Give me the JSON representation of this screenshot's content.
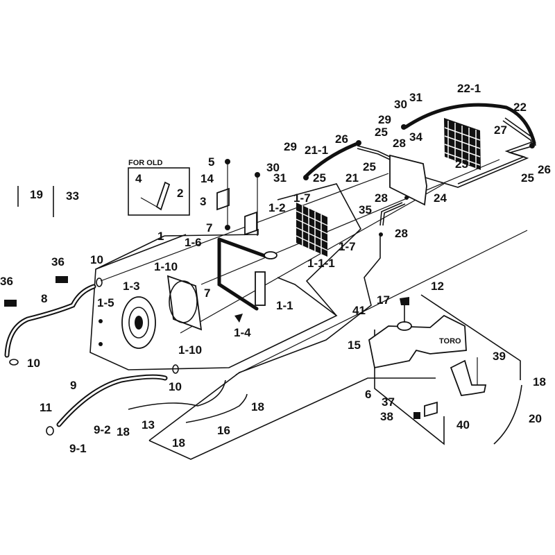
{
  "diagram": {
    "inset_title": "FOR OLD",
    "labels": [
      {
        "id": "l-22-1",
        "text": "22-1"
      },
      {
        "id": "l-22",
        "text": "22"
      },
      {
        "id": "l-30a",
        "text": "30"
      },
      {
        "id": "l-31a",
        "text": "31"
      },
      {
        "id": "l-29a",
        "text": "29"
      },
      {
        "id": "l-25a",
        "text": "25"
      },
      {
        "id": "l-34",
        "text": "34"
      },
      {
        "id": "l-27",
        "text": "27"
      },
      {
        "id": "l-26a",
        "text": "26"
      },
      {
        "id": "l-28a",
        "text": "28"
      },
      {
        "id": "l-29b",
        "text": "29"
      },
      {
        "id": "l-21-1",
        "text": "21-1"
      },
      {
        "id": "l-25b",
        "text": "25"
      },
      {
        "id": "l-30b",
        "text": "30"
      },
      {
        "id": "l-31b",
        "text": "31"
      },
      {
        "id": "l-25c",
        "text": "25"
      },
      {
        "id": "l-21",
        "text": "21"
      },
      {
        "id": "l-23",
        "text": "23"
      },
      {
        "id": "l-26b",
        "text": "26"
      },
      {
        "id": "l-25d",
        "text": "25"
      },
      {
        "id": "l-24",
        "text": "24"
      },
      {
        "id": "l-28b",
        "text": "28"
      },
      {
        "id": "l-35",
        "text": "35"
      },
      {
        "id": "l-28c",
        "text": "28"
      },
      {
        "id": "l-5",
        "text": "5"
      },
      {
        "id": "l-14",
        "text": "14"
      },
      {
        "id": "l-3",
        "text": "3"
      },
      {
        "id": "l-7a",
        "text": "7"
      },
      {
        "id": "l-4",
        "text": "4"
      },
      {
        "id": "l-2",
        "text": "2"
      },
      {
        "id": "l-19",
        "text": "19"
      },
      {
        "id": "l-33",
        "text": "33"
      },
      {
        "id": "l-1",
        "text": "1"
      },
      {
        "id": "l-1-6",
        "text": "1-6"
      },
      {
        "id": "l-1-2",
        "text": "1-2"
      },
      {
        "id": "l-1-7a",
        "text": "1-7"
      },
      {
        "id": "l-1-7b",
        "text": "1-7"
      },
      {
        "id": "l-1-1-1",
        "text": "1-1-1"
      },
      {
        "id": "l-1-10a",
        "text": "1-10"
      },
      {
        "id": "l-1-3",
        "text": "1-3"
      },
      {
        "id": "l-1-5",
        "text": "1-5"
      },
      {
        "id": "l-7b",
        "text": "7"
      },
      {
        "id": "l-1-1",
        "text": "1-1"
      },
      {
        "id": "l-1-4",
        "text": "1-4"
      },
      {
        "id": "l-1-10b",
        "text": "1-10"
      },
      {
        "id": "l-36a",
        "text": "36"
      },
      {
        "id": "l-36b",
        "text": "36"
      },
      {
        "id": "l-10a",
        "text": "10"
      },
      {
        "id": "l-8",
        "text": "8"
      },
      {
        "id": "l-10b",
        "text": "10"
      },
      {
        "id": "l-10c",
        "text": "10"
      },
      {
        "id": "l-9",
        "text": "9"
      },
      {
        "id": "l-11",
        "text": "11"
      },
      {
        "id": "l-9-2",
        "text": "9-2"
      },
      {
        "id": "l-9-1",
        "text": "9-1"
      },
      {
        "id": "l-18a",
        "text": "18"
      },
      {
        "id": "l-13",
        "text": "13"
      },
      {
        "id": "l-18b",
        "text": "18"
      },
      {
        "id": "l-16",
        "text": "16"
      },
      {
        "id": "l-18c",
        "text": "18"
      },
      {
        "id": "l-17",
        "text": "17"
      },
      {
        "id": "l-41",
        "text": "41"
      },
      {
        "id": "l-12",
        "text": "12"
      },
      {
        "id": "l-15",
        "text": "15"
      },
      {
        "id": "l-6",
        "text": "6"
      },
      {
        "id": "l-37",
        "text": "37"
      },
      {
        "id": "l-38",
        "text": "38"
      },
      {
        "id": "l-39",
        "text": "39"
      },
      {
        "id": "l-40",
        "text": "40"
      },
      {
        "id": "l-18d",
        "text": "18"
      },
      {
        "id": "l-20",
        "text": "20"
      }
    ],
    "tank_logo": "TORO"
  }
}
